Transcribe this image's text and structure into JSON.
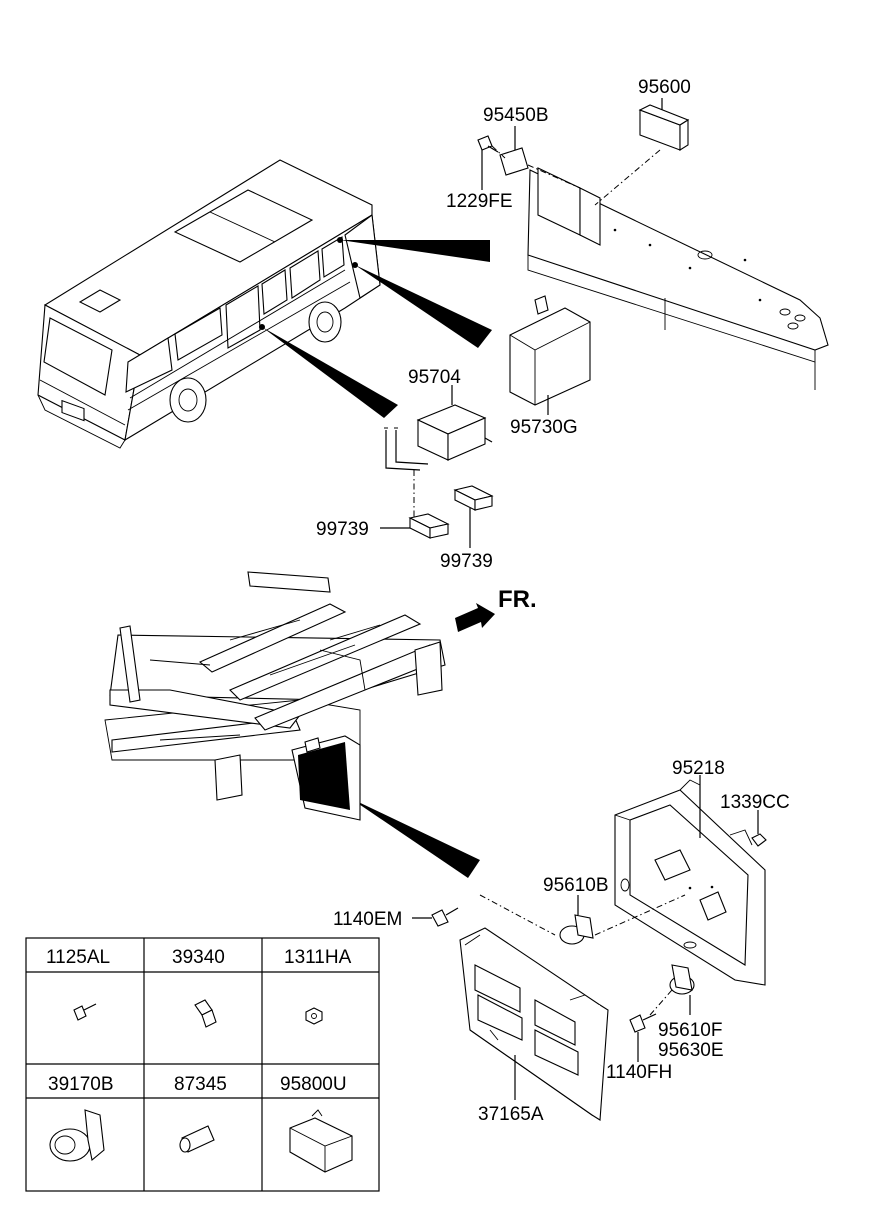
{
  "diagram": {
    "direction_label": "FR.",
    "callouts": {
      "p95600": "95600",
      "p95450B": "95450B",
      "p1229FE": "1229FE",
      "p95730G": "95730G",
      "p95704": "95704",
      "p99739a": "99739",
      "p99739b": "99739",
      "p95218": "95218",
      "p1339CC": "1339CC",
      "p95610B": "95610B",
      "p1140EM": "1140EM",
      "p95610F": "95610F",
      "p95630E": "95630E",
      "p1140FH": "1140FH",
      "p37165A": "37165A"
    },
    "legend_table": {
      "row1": [
        "1125AL",
        "39340",
        "1311HA"
      ],
      "row2": [
        "39170B",
        "87345",
        "95800U"
      ]
    }
  }
}
